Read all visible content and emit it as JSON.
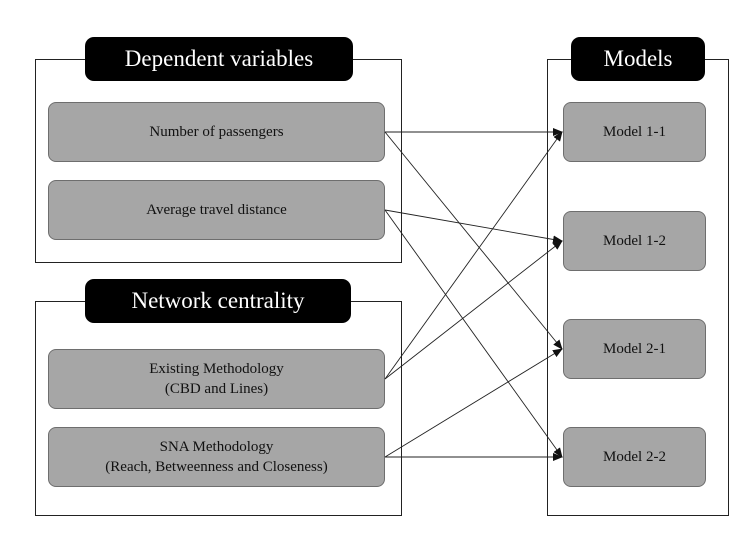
{
  "groups": {
    "dependent": {
      "title": "Dependent variables",
      "items": [
        "Number of passengers",
        "Average travel distance"
      ]
    },
    "centrality": {
      "title": "Network centrality",
      "items": [
        [
          "Existing Methodology",
          "(CBD and Lines)"
        ],
        [
          "SNA Methodology",
          "(Reach, Betweenness and Closeness)"
        ]
      ]
    },
    "models": {
      "title": "Models",
      "items": [
        "Model 1-1",
        "Model 1-2",
        "Model 2-1",
        "Model 2-2"
      ]
    }
  },
  "connections": [
    {
      "from": "dependent.0",
      "to": "models.0"
    },
    {
      "from": "dependent.0",
      "to": "models.2"
    },
    {
      "from": "dependent.1",
      "to": "models.1"
    },
    {
      "from": "dependent.1",
      "to": "models.3"
    },
    {
      "from": "centrality.0",
      "to": "models.0"
    },
    {
      "from": "centrality.0",
      "to": "models.1"
    },
    {
      "from": "centrality.1",
      "to": "models.2"
    },
    {
      "from": "centrality.1",
      "to": "models.3"
    }
  ],
  "caption": ""
}
